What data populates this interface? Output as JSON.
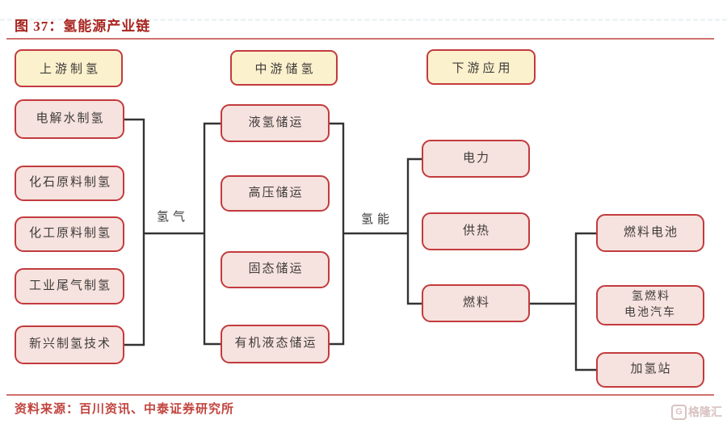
{
  "figure": {
    "title": "图 37：氢能源产业链",
    "source": "资料来源：百川资讯、中泰证券研究所"
  },
  "diagram": {
    "headers": [
      {
        "label": "上游制氢"
      },
      {
        "label": "中游储氢"
      },
      {
        "label": "下游应用"
      }
    ],
    "upstream_nodes": [
      "电解水制氢",
      "化石原料制氢",
      "化工原料制氢",
      "工业尾气制氢",
      "新兴制氢技术"
    ],
    "midstream_nodes": [
      "液氢储运",
      "高压储运",
      "固态储运",
      "有机液态储运"
    ],
    "downstream_nodes": [
      "电力",
      "供热",
      "燃料"
    ],
    "application_nodes": [
      "燃料电池",
      "氢燃料\n电池汽车",
      "加氢站"
    ],
    "edge_labels": {
      "left": "氢气",
      "right": "氢能"
    }
  },
  "watermark": {
    "logo": "G",
    "text": "格隆汇"
  },
  "colors": {
    "title_red": "#a8241f",
    "box_border_red": "#c23b3e",
    "node_pink_fill": "#f6e2de",
    "header_yellow_fill": "#fcf1cd",
    "connector_dark": "#333333",
    "source_red": "#c2443e",
    "rule_pink": "#d0716e",
    "watermark_pink": "#d9c2c0"
  }
}
